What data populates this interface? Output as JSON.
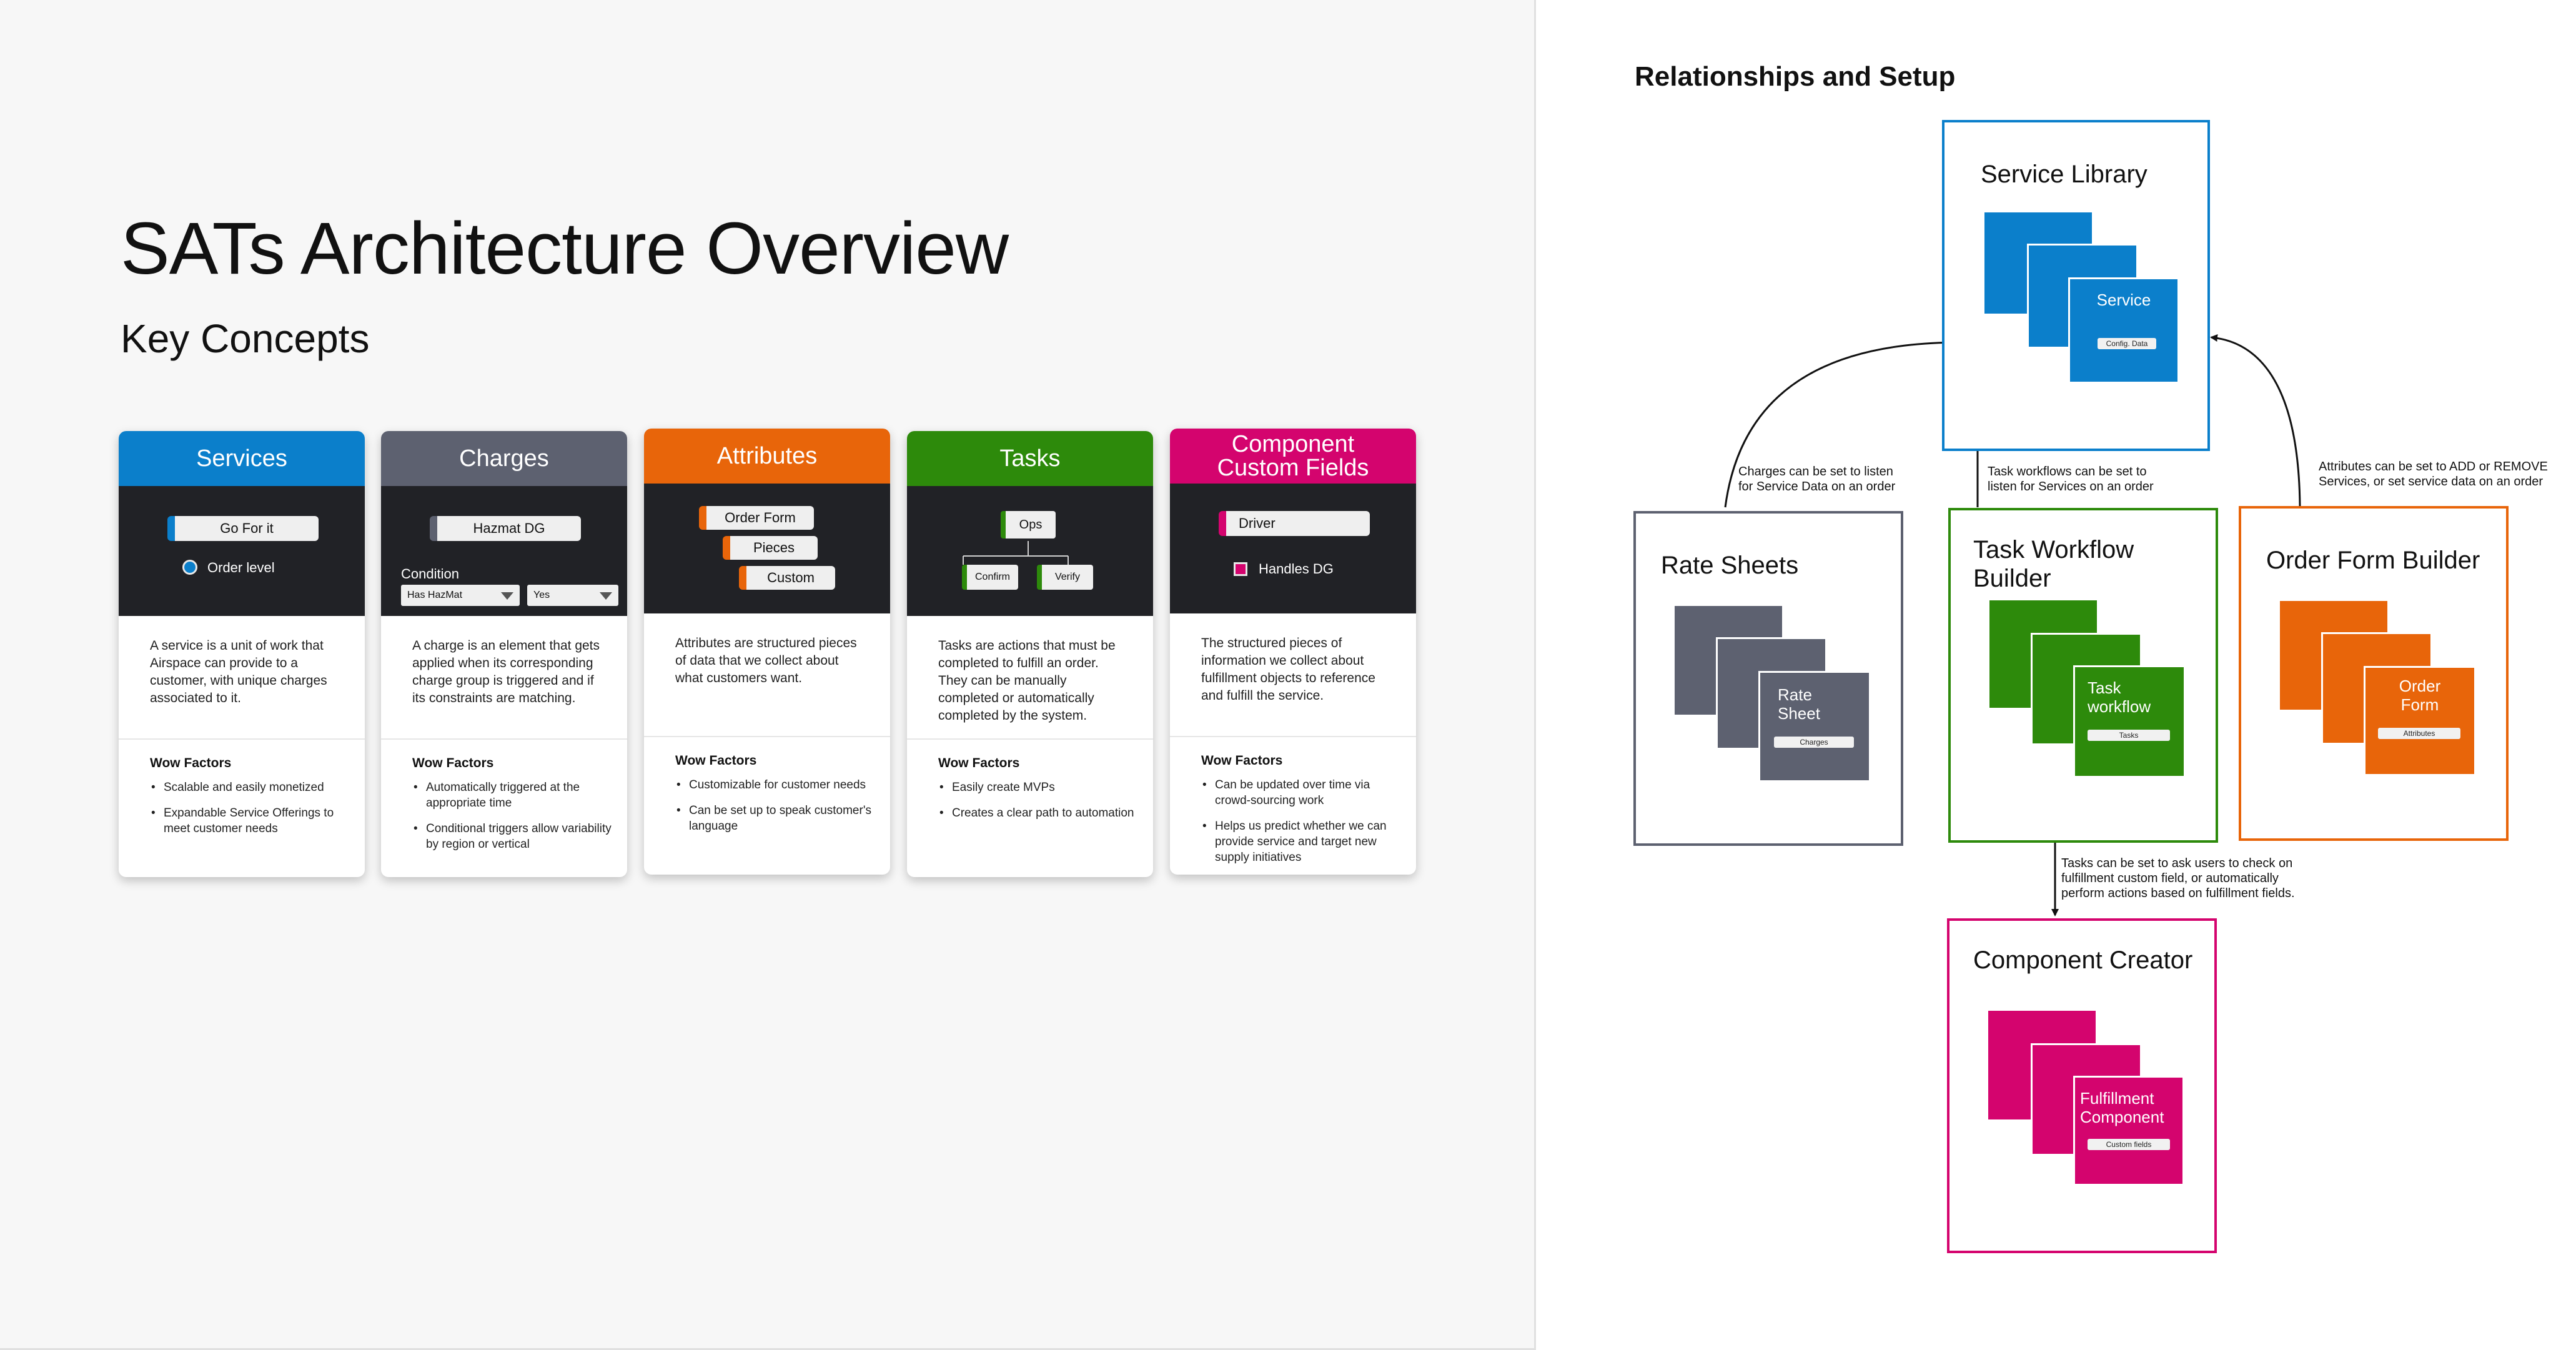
{
  "overview": {
    "title": "SATs Architecture Overview",
    "subtitle": "Key Concepts"
  },
  "cards": {
    "services": {
      "header": "Services",
      "color": "#0b7fcb",
      "chip": "Go For it",
      "radio_label": "Order level",
      "description": "A service is a unit of work that Airspace can provide to a customer, with unique charges associated to it.",
      "wow_title": "Wow Factors",
      "wow": [
        "Scalable and easily monetized",
        "Expandable Service Offerings to meet customer needs"
      ]
    },
    "charges": {
      "header": "Charges",
      "color": "#5d6170",
      "chip": "Hazmat DG",
      "condition_label": "Condition",
      "dropdown_1": "Has HazMat",
      "dropdown_2": "Yes",
      "description": "A charge is an element that gets applied when its corresponding charge group is triggered and if its constraints are matching.",
      "wow_title": "Wow Factors",
      "wow": [
        "Automatically triggered at the appropriate time",
        "Conditional triggers allow variability by region or vertical"
      ]
    },
    "attributes": {
      "header": "Attributes",
      "color": "#e8650a",
      "chips": [
        "Order Form",
        "Pieces",
        "Custom"
      ],
      "description": "Attributes are structured pieces of data that we collect about what customers want.",
      "wow_title": "Wow Factors",
      "wow": [
        "Customizable for customer needs",
        "Can be set up to speak customer's language"
      ]
    },
    "tasks": {
      "header": "Tasks",
      "color": "#2d8a0b",
      "root_chip": "Ops",
      "child_chips": [
        "Confirm",
        "Verify"
      ],
      "description": "Tasks are actions that must be completed to fulfill an order. They can be manually completed or automatically completed by the system.",
      "wow_title": "Wow Factors",
      "wow": [
        "Easily create MVPs",
        "Creates a clear path to automation"
      ]
    },
    "component": {
      "header_line1": "Component",
      "header_line2": "Custom Fields",
      "color": "#d4046e",
      "chip": "Driver",
      "checkbox_label": "Handles DG",
      "description": "The structured pieces of information we collect about fulfillment objects to reference and fulfill the service.",
      "wow_title": "Wow Factors",
      "wow": [
        "Can be updated over time via crowd-sourcing work",
        "Helps us predict whether we can provide service and target new supply initiatives"
      ]
    }
  },
  "diagram": {
    "title": "Relationships and Setup",
    "service_library": {
      "title": "Service Library",
      "card_label": "Service",
      "tag": "Config. Data",
      "color": "#0b7fcb"
    },
    "rate_sheets": {
      "title": "Rate Sheets",
      "card_label_1": "Rate",
      "card_label_2": "Sheet",
      "tag": "Charges",
      "color": "#5d6170"
    },
    "task_workflow_builder": {
      "title_line1": "Task Workflow",
      "title_line2": "Builder",
      "card_label_1": "Task",
      "card_label_2": "workflow",
      "tag": "Tasks",
      "color": "#2d8a0b"
    },
    "order_form_builder": {
      "title": "Order Form Builder",
      "card_label_1": "Order",
      "card_label_2": "Form",
      "tag": "Attributes",
      "color": "#e8650a"
    },
    "component_creator": {
      "title": "Component Creator",
      "card_label_1": "Fulfillment",
      "card_label_2": "Component",
      "tag": "Custom fields",
      "color": "#d4046e"
    },
    "notes": {
      "charges_line1": "Charges can be set to listen",
      "charges_line2": "for Service Data on an order",
      "tasks_line1": "Task workflows can be set to",
      "tasks_line2": "listen for Services on an order",
      "attributes_line1": "Attributes can be set to ADD or REMOVE",
      "attributes_line2": "Services, or set service data on an order",
      "component_line1": "Tasks can be set to ask users to check on",
      "component_line2": "fulfillment custom field, or automatically",
      "component_line3": "perform actions based on fulfillment fields."
    }
  }
}
